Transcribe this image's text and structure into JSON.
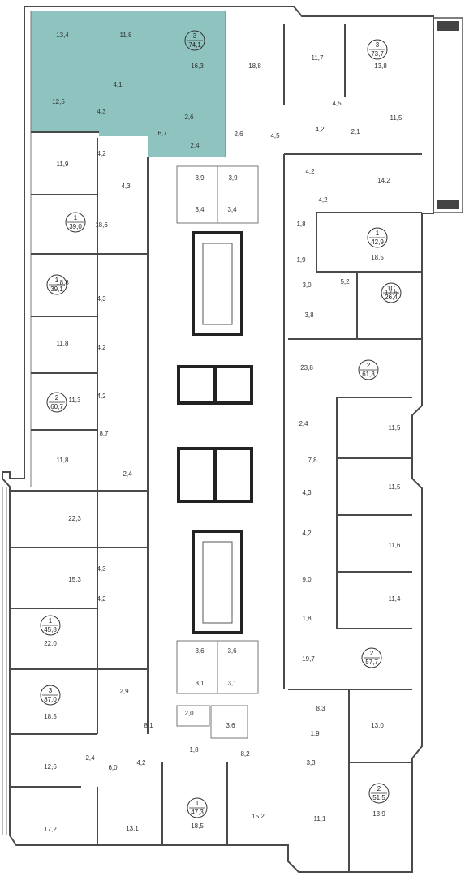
{
  "plan": {
    "highlight_color": "#8fc3c0",
    "rooms": [
      {
        "id": "r1",
        "label": "13,4"
      },
      {
        "id": "r2",
        "label": "11,8"
      },
      {
        "id": "r3",
        "label": "16,3"
      },
      {
        "id": "r4",
        "label": "4,1"
      },
      {
        "id": "r5",
        "label": "12,5"
      },
      {
        "id": "r6",
        "label": "4,3"
      },
      {
        "id": "r7",
        "label": "6,7"
      },
      {
        "id": "r8",
        "label": "2,6"
      },
      {
        "id": "r9",
        "label": "2,4"
      },
      {
        "id": "r10",
        "label": "18,8"
      },
      {
        "id": "r11",
        "label": "11,7"
      },
      {
        "id": "r12",
        "label": "13,8"
      },
      {
        "id": "r13",
        "label": "4,5"
      },
      {
        "id": "r14",
        "label": "2,6"
      },
      {
        "id": "r15",
        "label": "4,5"
      },
      {
        "id": "r16",
        "label": "4,2"
      },
      {
        "id": "r17",
        "label": "2,1"
      },
      {
        "id": "r18",
        "label": "11,5"
      },
      {
        "id": "r19",
        "label": "11,9"
      },
      {
        "id": "r20",
        "label": "4,2"
      },
      {
        "id": "r21",
        "label": "4,3"
      },
      {
        "id": "r22",
        "label": "3,9"
      },
      {
        "id": "r23",
        "label": "3,9"
      },
      {
        "id": "r24",
        "label": "4,2"
      },
      {
        "id": "r25",
        "label": "14,2"
      },
      {
        "id": "r26",
        "label": "4,2"
      },
      {
        "id": "r27",
        "label": "18,6"
      },
      {
        "id": "r28",
        "label": "3,4"
      },
      {
        "id": "r29",
        "label": "3,4"
      },
      {
        "id": "r30",
        "label": "1,8"
      },
      {
        "id": "r31",
        "label": "18,5"
      },
      {
        "id": "r32",
        "label": "1,9"
      },
      {
        "id": "r33",
        "label": "18,8"
      },
      {
        "id": "r34",
        "label": "3,0"
      },
      {
        "id": "r35",
        "label": "5,2"
      },
      {
        "id": "r36",
        "label": "12,5"
      },
      {
        "id": "r37",
        "label": "3,8"
      },
      {
        "id": "r38",
        "label": "4,3"
      },
      {
        "id": "r39",
        "label": "11,8"
      },
      {
        "id": "r40",
        "label": "4,2"
      },
      {
        "id": "r41",
        "label": "23,8"
      },
      {
        "id": "r42",
        "label": "4,2"
      },
      {
        "id": "r43",
        "label": "11,3"
      },
      {
        "id": "r44",
        "label": "2,4"
      },
      {
        "id": "r45",
        "label": "11,5"
      },
      {
        "id": "r46",
        "label": "8,7"
      },
      {
        "id": "r47",
        "label": "11,8"
      },
      {
        "id": "r48",
        "label": "7,8"
      },
      {
        "id": "r49",
        "label": "2,4"
      },
      {
        "id": "r50",
        "label": "11,5"
      },
      {
        "id": "r51",
        "label": "22,3"
      },
      {
        "id": "r52",
        "label": "4,3"
      },
      {
        "id": "r53",
        "label": "4,2"
      },
      {
        "id": "r54",
        "label": "11,6"
      },
      {
        "id": "r55",
        "label": "15,3"
      },
      {
        "id": "r56",
        "label": "4,3"
      },
      {
        "id": "r57",
        "label": "9,0"
      },
      {
        "id": "r58",
        "label": "4,2"
      },
      {
        "id": "r59",
        "label": "11,4"
      },
      {
        "id": "r60",
        "label": "1,8"
      },
      {
        "id": "r61",
        "label": "22,0"
      },
      {
        "id": "r62",
        "label": "19,7"
      },
      {
        "id": "r63",
        "label": "3,6"
      },
      {
        "id": "r64",
        "label": "3,6"
      },
      {
        "id": "r65",
        "label": "3,1"
      },
      {
        "id": "r66",
        "label": "3,1"
      },
      {
        "id": "r67",
        "label": "2,9"
      },
      {
        "id": "r68",
        "label": "18,5"
      },
      {
        "id": "r69",
        "label": "8,3"
      },
      {
        "id": "r70",
        "label": "13,0"
      },
      {
        "id": "r71",
        "label": "2,0"
      },
      {
        "id": "r72",
        "label": "3,6"
      },
      {
        "id": "r73",
        "label": "8,1"
      },
      {
        "id": "r74",
        "label": "1,9"
      },
      {
        "id": "r75",
        "label": "12,6"
      },
      {
        "id": "r76",
        "label": "2,4"
      },
      {
        "id": "r77",
        "label": "1,8"
      },
      {
        "id": "r78",
        "label": "8,2"
      },
      {
        "id": "r79",
        "label": "3,3"
      },
      {
        "id": "r80",
        "label": "6,0"
      },
      {
        "id": "r81",
        "label": "4,2"
      },
      {
        "id": "r82",
        "label": "17,2"
      },
      {
        "id": "r83",
        "label": "13,1"
      },
      {
        "id": "r84",
        "label": "18,5"
      },
      {
        "id": "r85",
        "label": "15,2"
      },
      {
        "id": "r86",
        "label": "11,1"
      },
      {
        "id": "r87",
        "label": "13,9"
      }
    ],
    "apartments": [
      {
        "id": "a1",
        "rooms": "3",
        "area": "74,1"
      },
      {
        "id": "a2",
        "rooms": "3",
        "area": "73,7"
      },
      {
        "id": "a3",
        "rooms": "1",
        "area": "39,0"
      },
      {
        "id": "a4",
        "rooms": "1",
        "area": "42,9"
      },
      {
        "id": "a5",
        "rooms": "1",
        "area": "39,1"
      },
      {
        "id": "a6",
        "rooms": "1С",
        "area": "26,4"
      },
      {
        "id": "a7",
        "rooms": "2",
        "area": "61,3"
      },
      {
        "id": "a8",
        "rooms": "2",
        "area": "60,7"
      },
      {
        "id": "a9",
        "rooms": "1",
        "area": "45,8"
      },
      {
        "id": "a10",
        "rooms": "2",
        "area": "57,7"
      },
      {
        "id": "a11",
        "rooms": "3",
        "area": "87,0"
      },
      {
        "id": "a12",
        "rooms": "1",
        "area": "47,3"
      },
      {
        "id": "a13",
        "rooms": "2",
        "area": "51,5"
      }
    ]
  }
}
